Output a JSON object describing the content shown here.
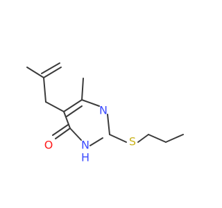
{
  "molecule": {
    "atom_labels": {
      "n_ring": "N",
      "nh": "N",
      "h": "H",
      "o": "O",
      "s": "S"
    },
    "colors": {
      "bond": "#3a3a3a",
      "nitrogen": "#3b4bff",
      "oxygen": "#ff1a1a",
      "sulfur": "#c9b21a"
    }
  }
}
